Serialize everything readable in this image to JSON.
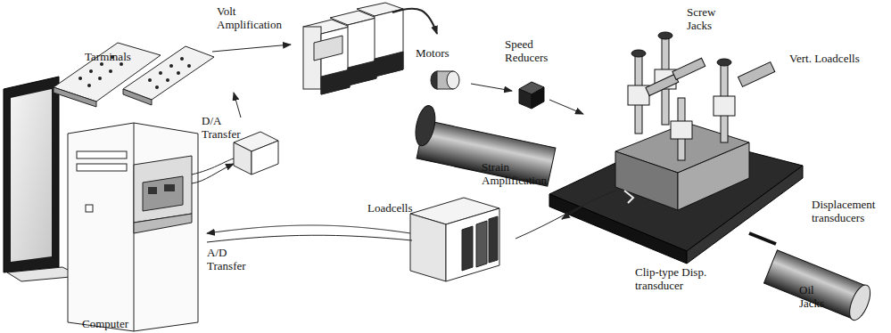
{
  "diagram": {
    "labels": [
      "Tarminals",
      "Volt Amplification",
      "Motors",
      "Speed Reducers",
      "Screw Jacks",
      "Vert. Loadcells",
      "D/A Transfer",
      "Strain Amplification",
      "Loadcells",
      "Displacement transducers",
      "A/D Transfer",
      "Clip-type Disp. transducer",
      "Oil Jacks",
      "Computer"
    ]
  }
}
